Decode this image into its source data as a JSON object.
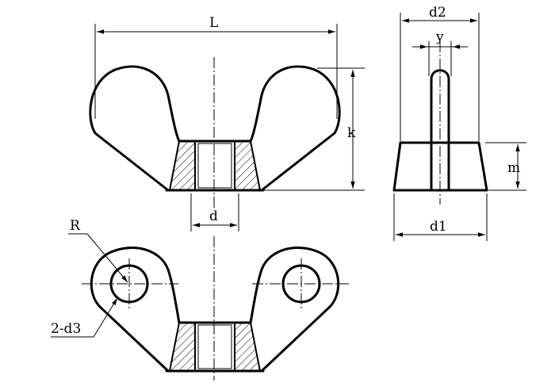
{
  "labels": {
    "L": "L",
    "k": "k",
    "d": "d",
    "d2": "d2",
    "y": "y",
    "m": "m",
    "d1": "d1",
    "R": "R",
    "d3": "2-d3"
  },
  "colors": {
    "line": "#000000",
    "background": "#ffffff"
  }
}
